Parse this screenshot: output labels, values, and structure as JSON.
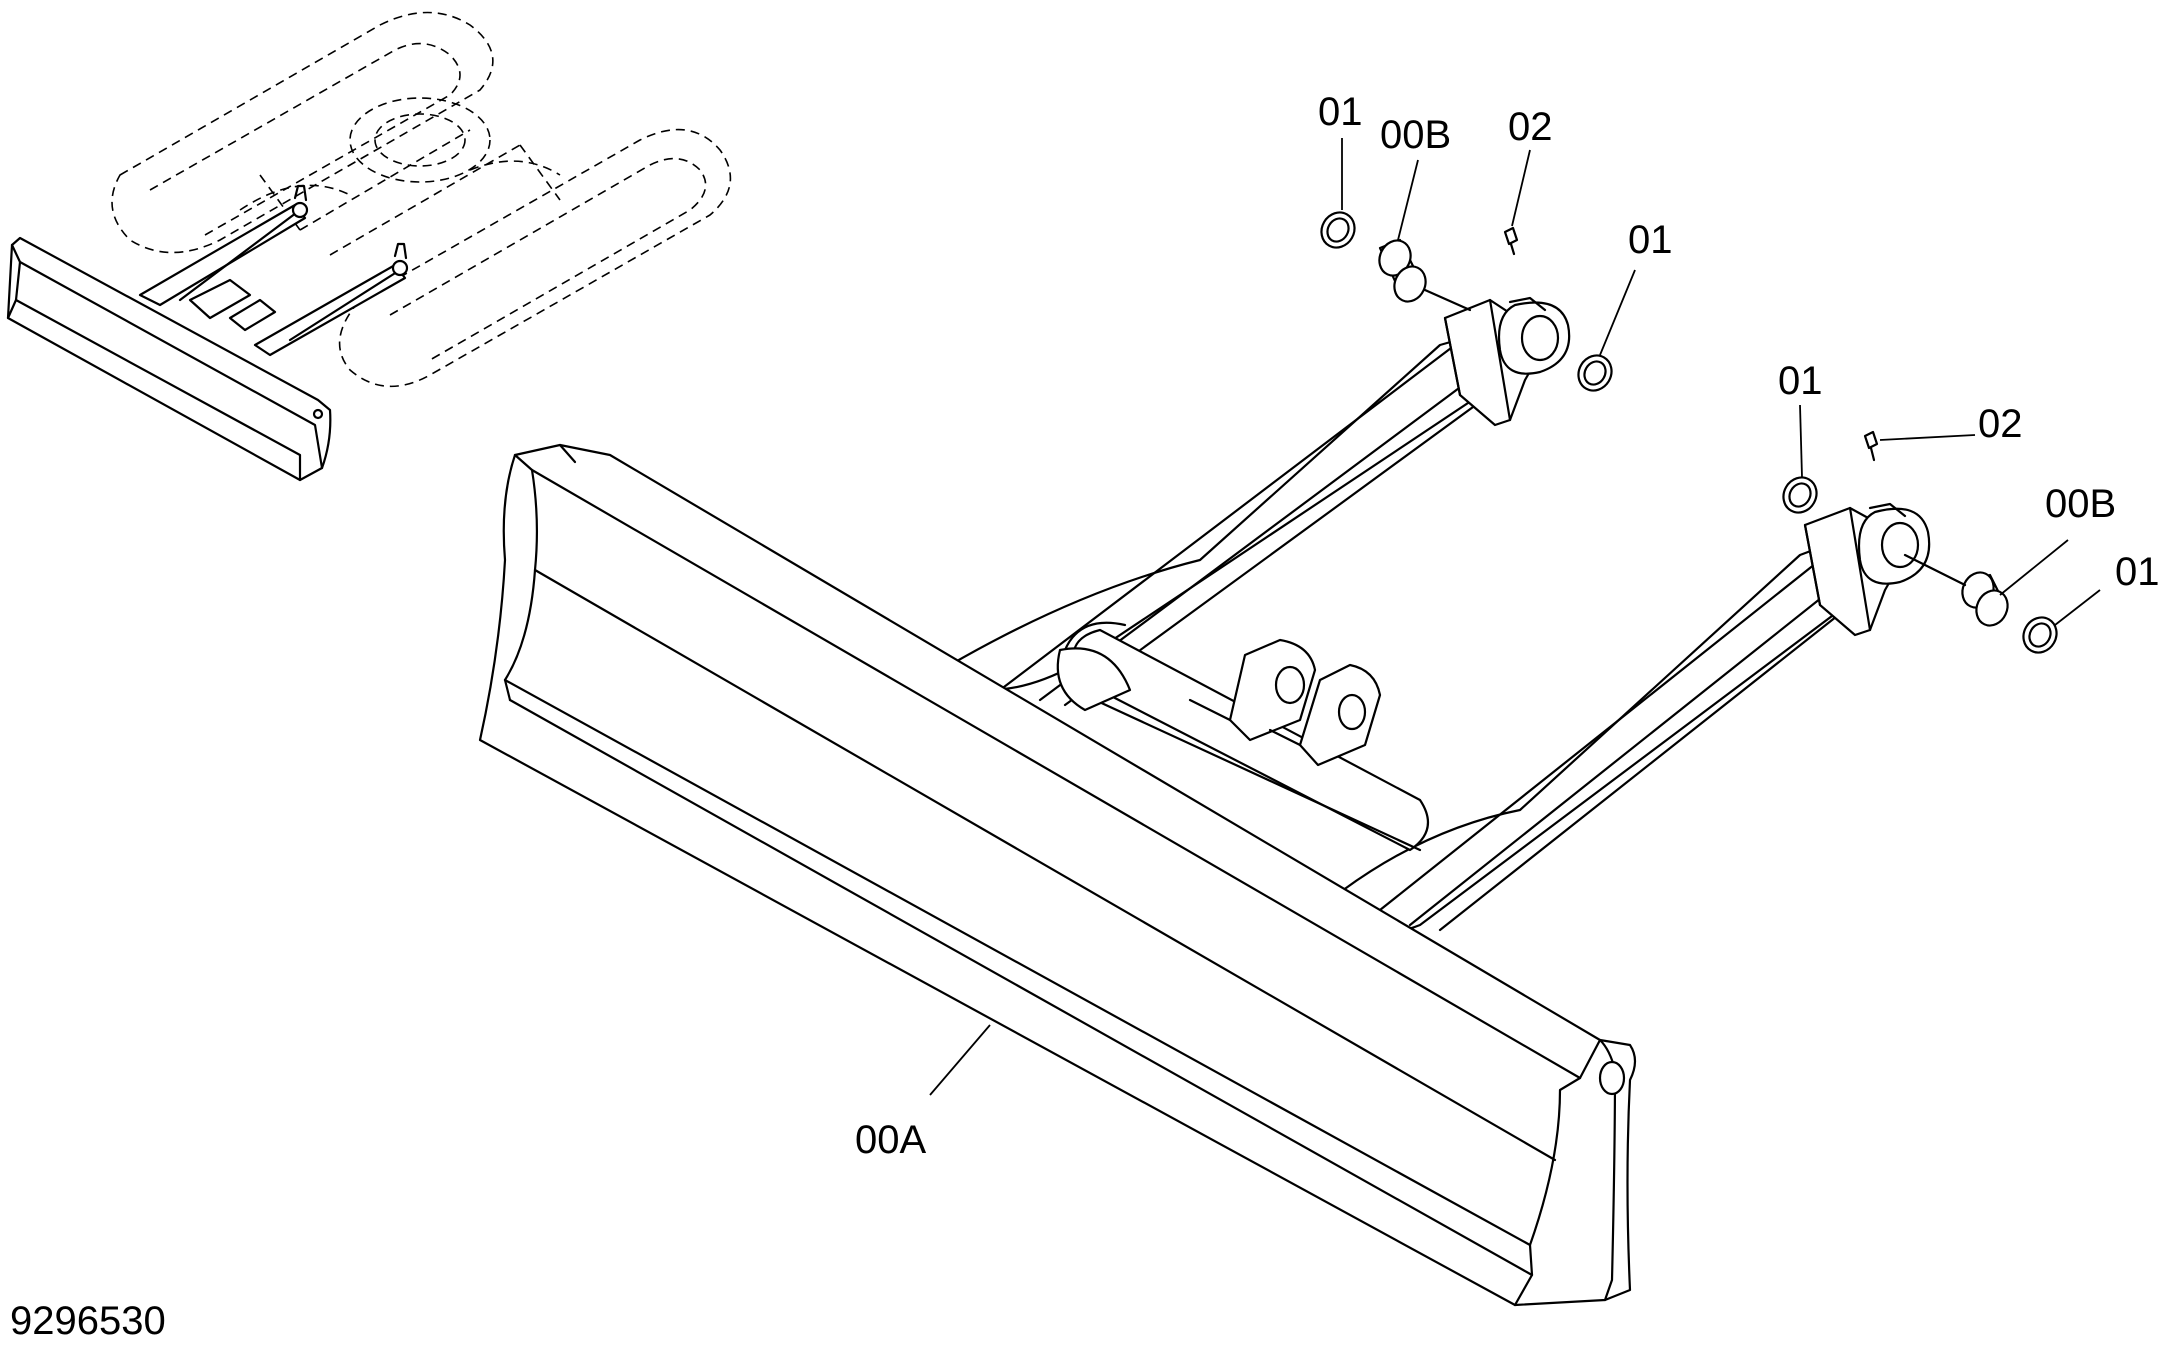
{
  "drawing": {
    "number": "9296530",
    "callouts": [
      {
        "label": "01"
      },
      {
        "label": "00B"
      },
      {
        "label": "02"
      },
      {
        "label": "01"
      },
      {
        "label": "01"
      },
      {
        "label": "02"
      },
      {
        "label": "00B"
      },
      {
        "label": "01"
      },
      {
        "label": "00A"
      }
    ]
  }
}
